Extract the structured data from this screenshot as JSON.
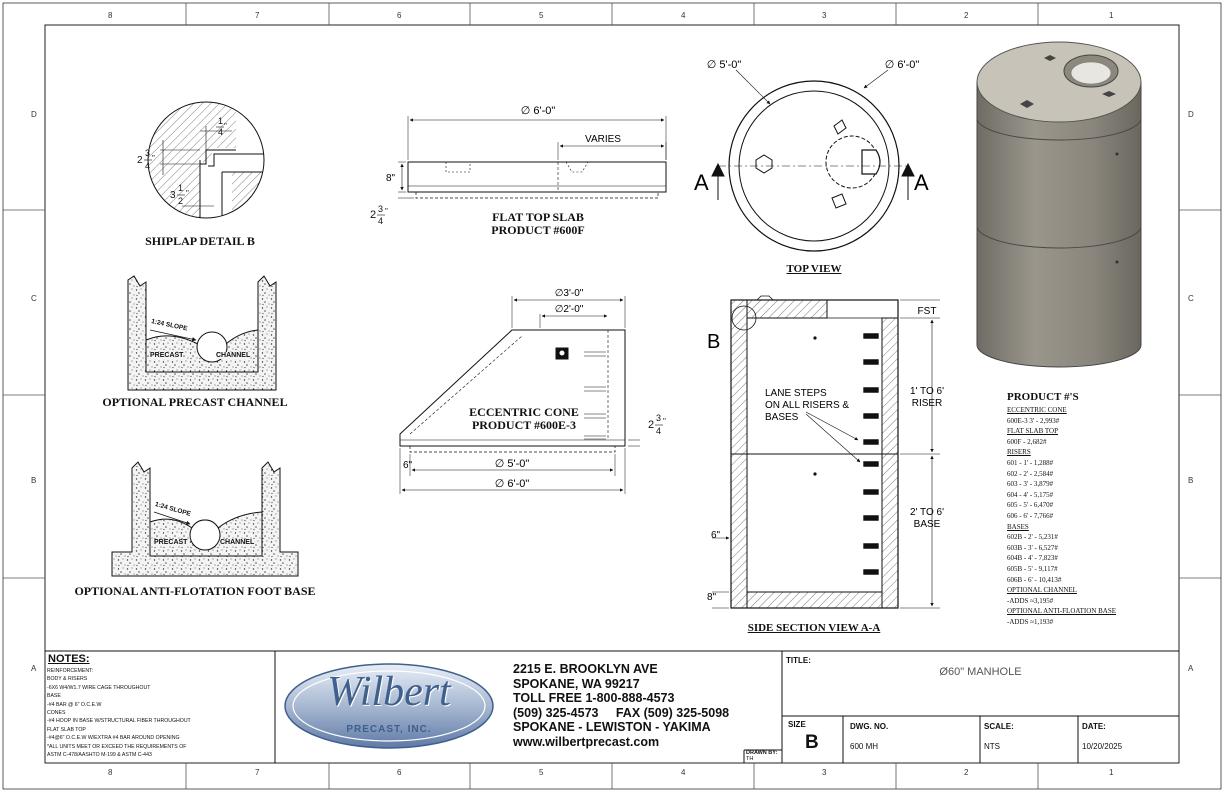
{
  "zones": {
    "columns": [
      "8",
      "7",
      "6",
      "5",
      "4",
      "3",
      "2",
      "1"
    ],
    "rows": [
      "D",
      "C",
      "B",
      "A"
    ]
  },
  "views": {
    "shiplap": {
      "title": "SHIPLAP DETAIL B",
      "dim_top_num": "1",
      "dim_top_den": "4",
      "dim_left_whole": "2",
      "dim_left_num": "3",
      "dim_left_den": "4",
      "dim_bottom_whole": "3",
      "dim_bottom_num": "1",
      "dim_bottom_den": "2"
    },
    "channel": {
      "title": "OPTIONAL PRECAST CHANNEL",
      "slope": "1:24 SLOPE",
      "precast": "PRECAST",
      "channel": "CHANNEL"
    },
    "foot_base": {
      "title": "OPTIONAL ANTI-FLOTATION FOOT BASE",
      "slope": "1:24 SLOPE",
      "precast": "PRECAST",
      "channel": "CHANNEL"
    },
    "flat_top": {
      "title_line1": "FLAT TOP SLAB",
      "title_line2": "PRODUCT #600F",
      "dia": "∅ 6'-0\"",
      "varies": "VARIES",
      "thickness": "8\"",
      "lip_whole": "2",
      "lip_num": "3",
      "lip_den": "4"
    },
    "cone": {
      "title_line1": "ECCENTRIC CONE",
      "title_line2": "PRODUCT #600E-3",
      "dia_top_outer": "∅3'-0\"",
      "dia_top_inner": "∅2'-0\"",
      "dia_bottom_inner": "∅ 5'-0\"",
      "dia_bottom_outer": "∅ 6'-0\"",
      "wall": "6\"",
      "lip_whole": "2",
      "lip_num": "3",
      "lip_den": "4"
    },
    "top_view": {
      "title": "TOP VIEW",
      "dia_inner": "∅ 5'-0\"",
      "dia_outer": "∅ 6'-0\"",
      "section_mark": "A"
    },
    "side_section": {
      "title": "SIDE SECTION VIEW A-A",
      "detail_mark": "B",
      "fst": "FST",
      "riser_l1": "1' TO 6'",
      "riser_l2": "RISER",
      "base_l1": "2' TO 6'",
      "base_l2": "BASE",
      "steps_l1": "LANE STEPS",
      "steps_l2": "ON ALL RISERS &",
      "steps_l3": "BASES",
      "wall": "6\"",
      "floor": "8\""
    }
  },
  "products": {
    "heading": "PRODUCT #'S",
    "lines": [
      {
        "text": "ECCENTRIC CONE",
        "head": true
      },
      {
        "text": "600E-3 3' - 2,993#",
        "head": false
      },
      {
        "text": "FLAT SLAB TOP",
        "head": true
      },
      {
        "text": "600F - 2,682#",
        "head": false
      },
      {
        "text": "RISERS",
        "head": true
      },
      {
        "text": "601 - 1' - 1,288#",
        "head": false
      },
      {
        "text": "602 - 2' - 2,584#",
        "head": false
      },
      {
        "text": "603 - 3' - 3,879#",
        "head": false
      },
      {
        "text": "604 - 4' - 5,175#",
        "head": false
      },
      {
        "text": "605 - 5' - 6,470#",
        "head": false
      },
      {
        "text": "606 - 6' - 7,766#",
        "head": false
      },
      {
        "text": "BASES",
        "head": true
      },
      {
        "text": "602B - 2' - 5,231#",
        "head": false
      },
      {
        "text": "603B - 3' - 6,527#",
        "head": false
      },
      {
        "text": "604B - 4' - 7,823#",
        "head": false
      },
      {
        "text": "605B - 5' - 9,117#",
        "head": false
      },
      {
        "text": "606B - 6' - 10,413#",
        "head": false
      },
      {
        "text": "OPTIONAL CHANNEL",
        "head": true
      },
      {
        "text": "-ADDS ≈3,195#",
        "head": false
      },
      {
        "text": "OPTIONAL ANTI-FLOATION BASE",
        "head": true
      },
      {
        "text": "-ADDS ≈1,193#",
        "head": false
      }
    ]
  },
  "notes": {
    "heading": "NOTES:",
    "lines": [
      "REINFORCEMENT:",
      "BODY & RISERS",
      "-6X6 W4/W1.7 WIRE CAGE THROUGHOUT",
      "BASE",
      "-#4 BAR @ 6\" O.C.E.W",
      "CONES",
      "-#4 HOOP IN BASE W/STRUCTURAL FIBER THROUGHOUT",
      "FLAT SLAB TOP",
      "-#4@6\" O.C.E.W W/EXTRA #4 BAR AROUND OPENING",
      "*ALL UNITS MEET OR EXCEED THE REQUIREMENTS OF",
      "ASTM C-478/AASHTO M-199 & ASTM C-443"
    ]
  },
  "company": {
    "logo_main": "Wilbert",
    "logo_sub": "PRECAST, INC.",
    "lines": [
      "2215 E. BROOKLYN AVE",
      "SPOKANE, WA 99217",
      "TOLL FREE 1-800-888-4573",
      "(509) 325-4573     FAX (509) 325-5098",
      "SPOKANE - LEWISTON - YAKIMA",
      "www.wilbertprecast.com"
    ]
  },
  "title_block": {
    "drawn_by_label": "DRAWN BY:",
    "drawn_by": "TH",
    "title_label": "TITLE:",
    "title": "Ø60\" MANHOLE",
    "size_label": "SIZE",
    "size": "B",
    "dwg_label": "DWG.  NO.",
    "dwg": "600 MH",
    "scale_label": "SCALE:",
    "scale": "NTS",
    "date_label": "DATE:",
    "date": "10/20/2025"
  },
  "colors": {
    "line": "#111111",
    "cylinder_body": "#8f8b82",
    "cylinder_top": "#c7c3b8",
    "logo_blue": "#3f5f8c"
  }
}
